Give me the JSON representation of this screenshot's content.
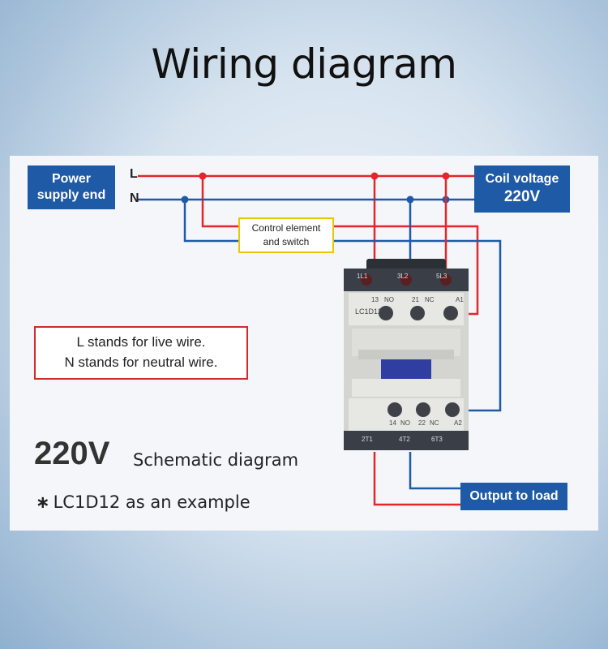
{
  "title": "Wiring diagram",
  "power_box": {
    "line1": "Power",
    "line2": "supply end"
  },
  "lines": {
    "live": "L",
    "neutral": "N"
  },
  "coil_box": {
    "line1": "Coil voltage",
    "line2": "220V"
  },
  "control_box": {
    "line1": "Control element",
    "line2": "and switch"
  },
  "legend": {
    "line1": "L stands for live wire.",
    "line2": "N stands for neutral wire."
  },
  "voltage": "220V",
  "schematic": "Schematic diagram",
  "example": {
    "star": "∗",
    "text": "LC1D12 as an example"
  },
  "output_box": "Output to load",
  "contactor": {
    "model": "LC1D12",
    "top_terminals": [
      "1L1",
      "3L2",
      "5L3"
    ],
    "aux_labels": [
      "13",
      "NO",
      "21",
      "NC",
      "A1"
    ],
    "lower_labels": [
      "14",
      "NO",
      "22",
      "NC",
      "A2"
    ],
    "bottom_terminals": [
      "2T1",
      "4T2",
      "6T3"
    ]
  },
  "colors": {
    "live": "#e3262b",
    "neutral": "#1f5aa7",
    "box_blue": "#1f5aa7",
    "control_border": "#e8c800",
    "legend_border": "#d22a2a"
  }
}
